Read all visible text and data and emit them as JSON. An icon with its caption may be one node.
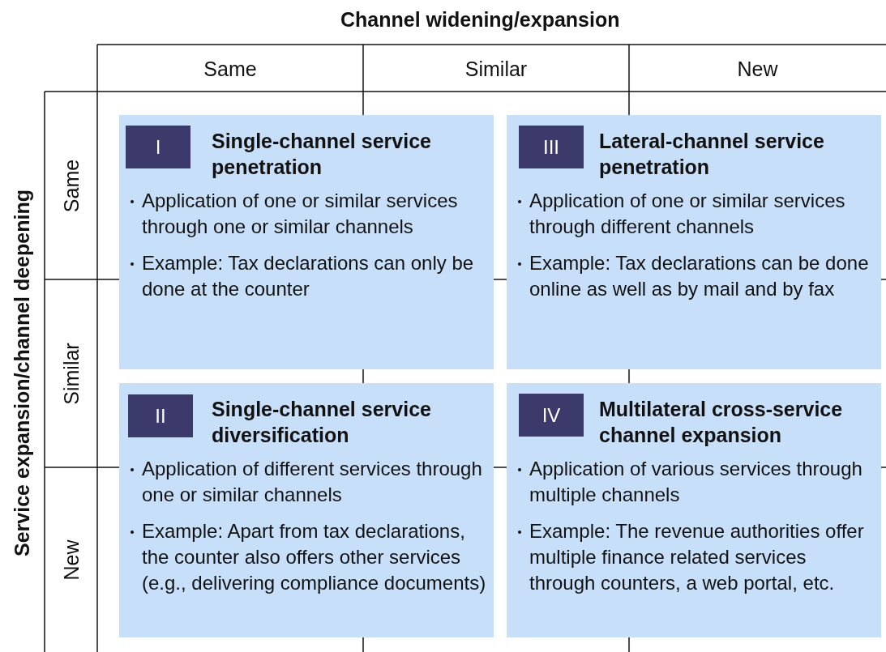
{
  "diagram": {
    "title": "Channel widening/expansion",
    "nodes": [
      {
        "text": [
          "Single-channel service penetration",
          "Application of one or similar services through one or similar channels",
          "Example: Tax declarations can only be done at the counter"
        ]
      },
      {
        "text": [
          "I"
        ],
        "in": 0
      },
      {
        "text": [
          "Lateral-channel service penetration",
          "Application of one or similar services through different channels",
          "Example: Tax declarations can be done online as well as by mail and by fax"
        ]
      },
      {
        "text": [
          "III"
        ],
        "in": 2
      },
      {
        "text": [
          "Single-channel service diversification",
          "Application of different services through one or similar channels",
          "Example: Apart from tax declarations, the counter also offers other services (e.g., delivering compliance documents)"
        ]
      },
      {
        "text": [
          "II"
        ],
        "in": 4
      },
      {
        "text": [
          "Multilateral cross-service channel expansion",
          "Application of various services through multiple channels",
          "Example: The revenue authorities offer multiple finance related services through counters, a web portal, etc."
        ]
      },
      {
        "text": [
          "IV"
        ],
        "in": 6
      }
    ],
    "edges": [],
    "labels": [
      "Same",
      "Similar",
      "New",
      "Service expansion/channel deepening",
      "Same",
      "Similar",
      "New"
    ]
  }
}
